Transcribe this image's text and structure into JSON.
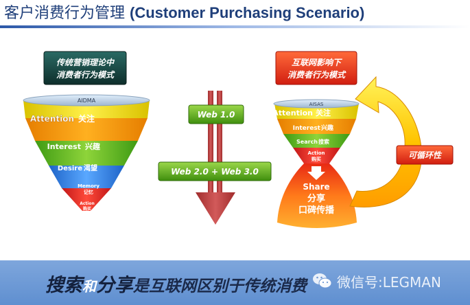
{
  "title": {
    "cn": "客户消费行为管理",
    "en": "(Customer Purchasing Scenario)"
  },
  "left_label": {
    "line1": "传统营销理论中",
    "line2": "消费者行为模式"
  },
  "right_label": {
    "line1": "互联网影响下",
    "line2": "消费者行为模式"
  },
  "aidma": {
    "header": "AIDMA",
    "stages": [
      {
        "en": "Attention",
        "cn": "关注"
      },
      {
        "en": "Interest",
        "cn": "兴趣"
      },
      {
        "en": "Desire",
        "cn": "渴望"
      },
      {
        "en": "Memory",
        "cn": "记忆"
      },
      {
        "en": "Action",
        "cn": "购买"
      }
    ]
  },
  "aisas": {
    "header": "AISAS",
    "stages": [
      {
        "en": "Attention",
        "cn": "关注"
      },
      {
        "en": "Interest",
        "cn": "兴趣"
      },
      {
        "en": "Search",
        "cn": "搜索"
      },
      {
        "en": "Action",
        "cn": "购买"
      }
    ],
    "share": {
      "en": "Share",
      "cn": "分享",
      "sub": "口碑传播"
    }
  },
  "web1_label": "Web 1.0",
  "web2_label": "Web 2.0 + Web 3.0",
  "cycle_label": "可循环性",
  "footer": {
    "part1": "搜索",
    "part2": "和",
    "part3": "分享",
    "part4": "是互联网区别于传统消费",
    "watermark": "微信号:LEGMAN"
  },
  "colors": {
    "title": "#1f3f7a",
    "label_dark": "#14453f",
    "label_red": "#e0381f",
    "web_label_green": "#5aa514",
    "arrow_red": "#b23a3a",
    "footer_bg": "#6f99d6"
  }
}
